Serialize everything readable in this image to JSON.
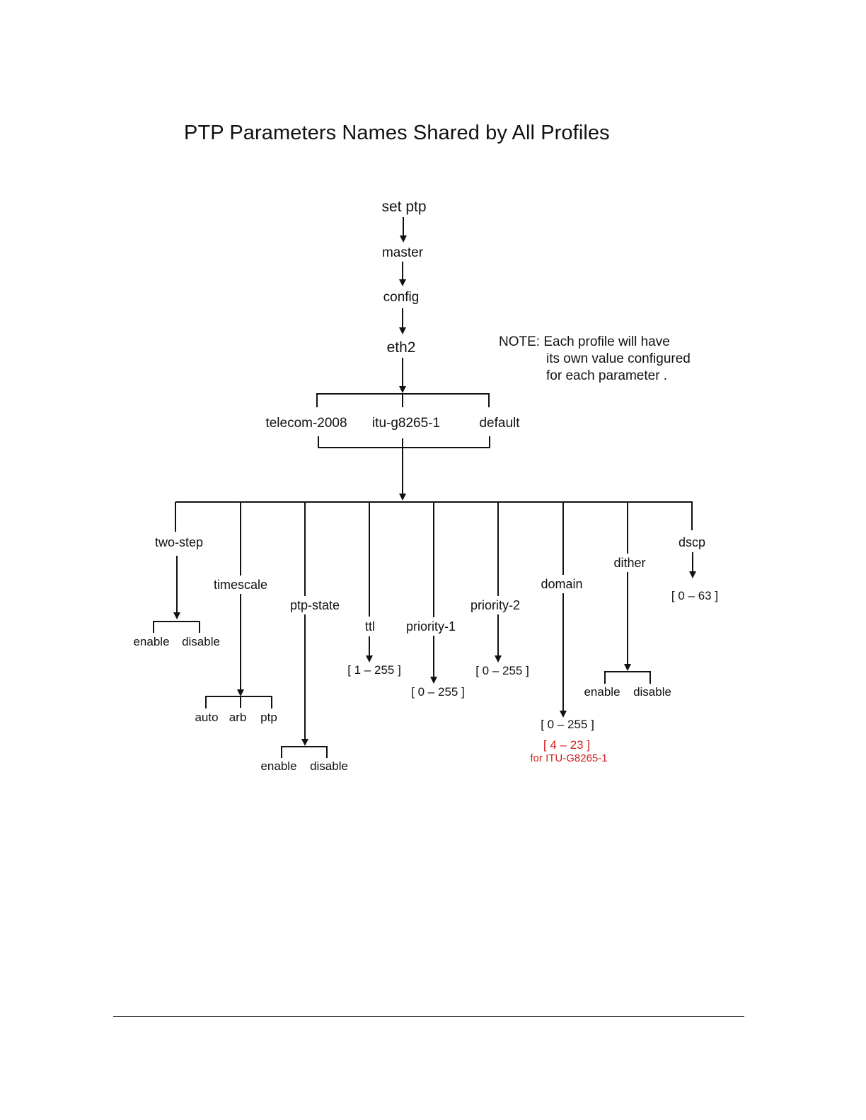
{
  "title": "PTP Parameters Names Shared by All Profiles",
  "chain": [
    "set ptp",
    "master",
    "config",
    "eth2"
  ],
  "note": [
    "NOTE: Each profile will have",
    "its own value configured",
    "for each parameter ."
  ],
  "profiles": [
    "telecom-2008",
    "itu-g8265-1",
    "default"
  ],
  "parameters": [
    {
      "name": "two-step",
      "values": [
        "enable",
        "disable"
      ]
    },
    {
      "name": "timescale",
      "values": [
        "auto",
        "arb",
        "ptp"
      ]
    },
    {
      "name": "ptp-state",
      "values": [
        "enable",
        "disable"
      ]
    },
    {
      "name": "ttl",
      "range": "[ 1 – 255 ]"
    },
    {
      "name": "priority-1",
      "range": "[ 0 – 255 ]"
    },
    {
      "name": "priority-2",
      "range": "[ 0 – 255 ]"
    },
    {
      "name": "domain",
      "range": "[ 0 – 255 ]",
      "alt_range": "[ 4 – 23 ]",
      "alt_note": "for ITU-G8265-1"
    },
    {
      "name": "dither",
      "values": [
        "enable",
        "disable"
      ]
    },
    {
      "name": "dscp",
      "range": "[ 0 – 63 ]"
    }
  ],
  "colors": {
    "line": "#111111",
    "highlight": "#d21e1e"
  }
}
